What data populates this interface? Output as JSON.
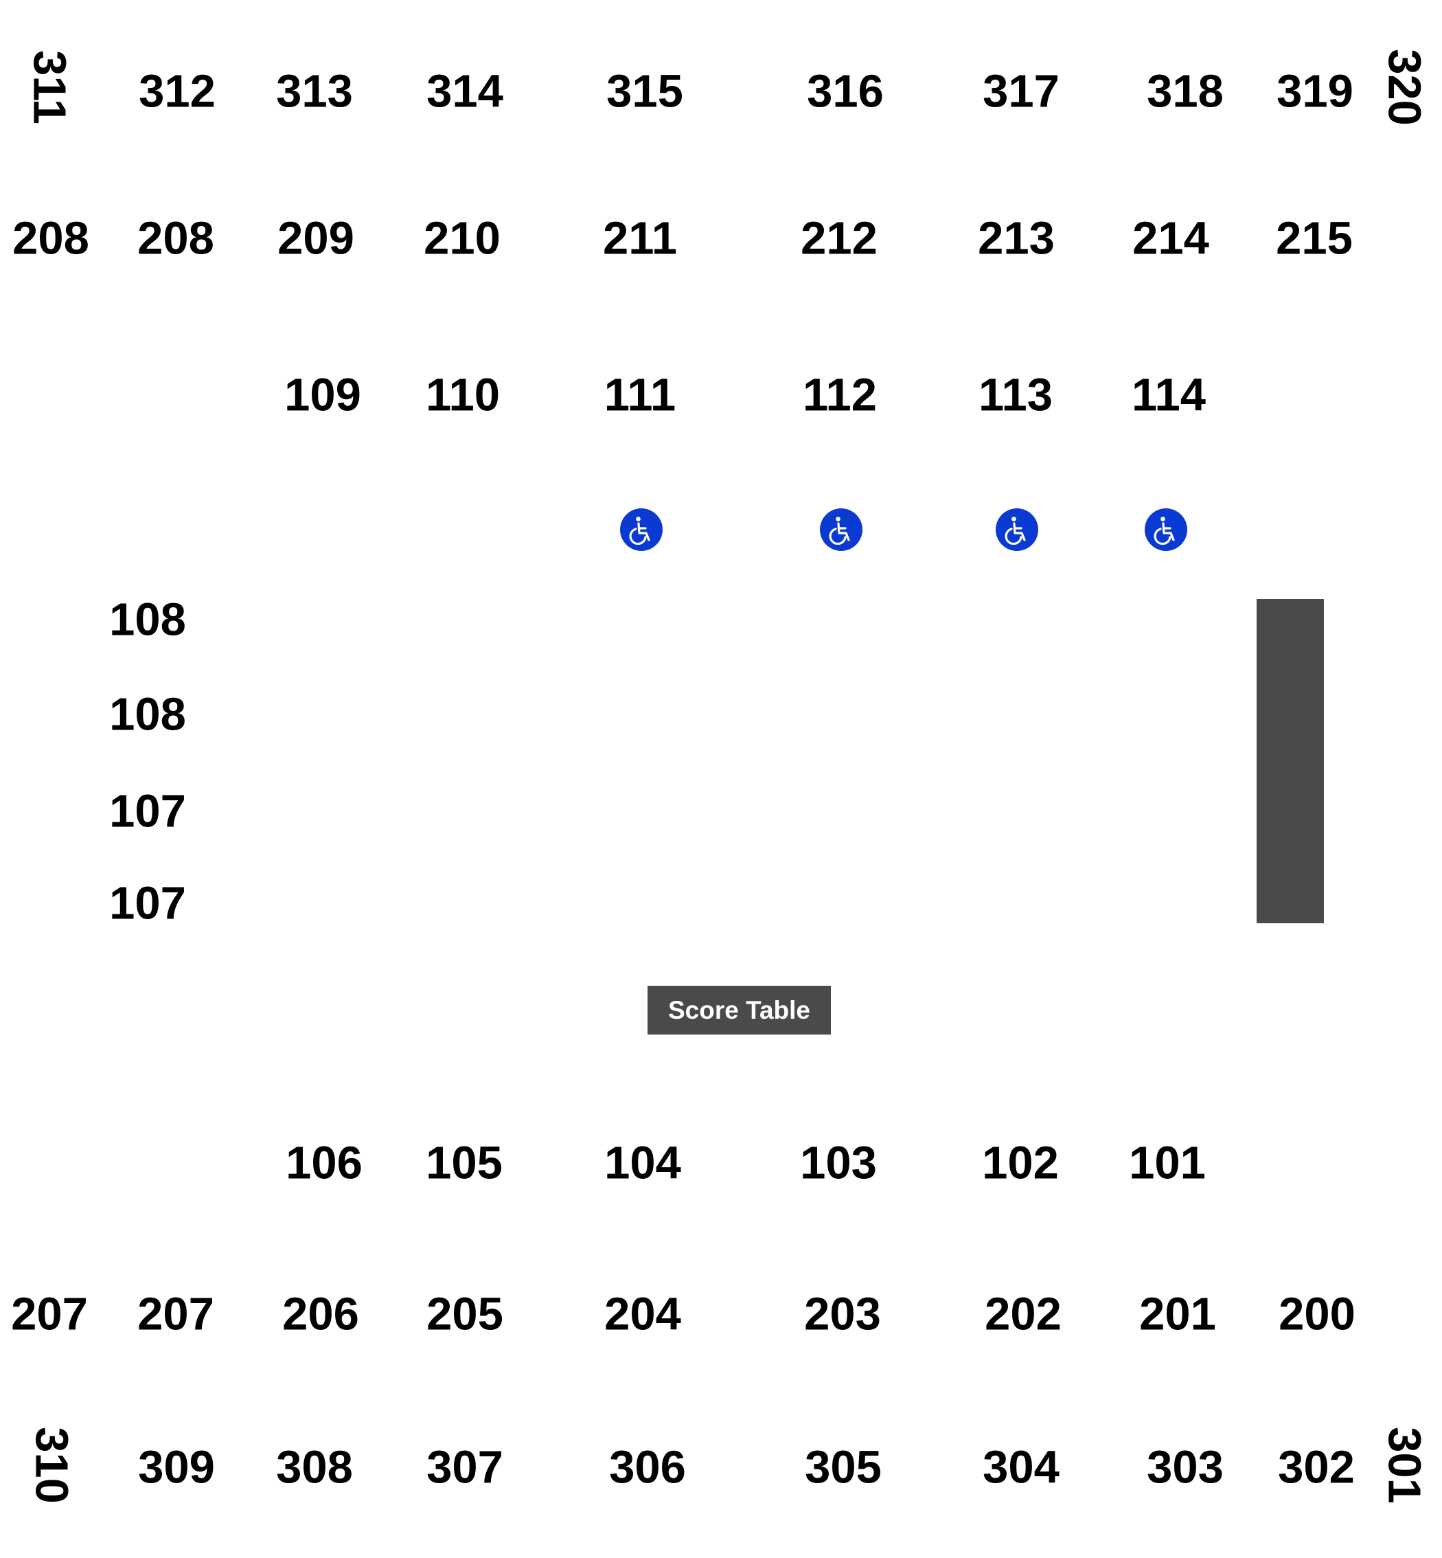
{
  "sections": {
    "row300_top": [
      "311",
      "312",
      "313",
      "314",
      "315",
      "316",
      "317",
      "318",
      "319",
      "320"
    ],
    "row200_top": [
      "208",
      "208",
      "209",
      "210",
      "211",
      "212",
      "213",
      "214",
      "215"
    ],
    "row100_top": [
      "109",
      "110",
      "111",
      "112",
      "113",
      "114"
    ],
    "left_side": [
      "108",
      "108",
      "107",
      "107"
    ],
    "row100_bottom": [
      "106",
      "105",
      "104",
      "103",
      "102",
      "101"
    ],
    "row200_bottom": [
      "207",
      "207",
      "206",
      "205",
      "204",
      "203",
      "202",
      "201",
      "200"
    ],
    "row300_bottom": [
      "310",
      "309",
      "308",
      "307",
      "306",
      "305",
      "304",
      "303",
      "302",
      "301"
    ]
  },
  "score_table_label": "Score Table",
  "accessibility_icon": "wheelchair-icon",
  "colors": {
    "accessibility": "#0a3ad2",
    "fixture": "#4a4a4a",
    "label": "#000000"
  }
}
